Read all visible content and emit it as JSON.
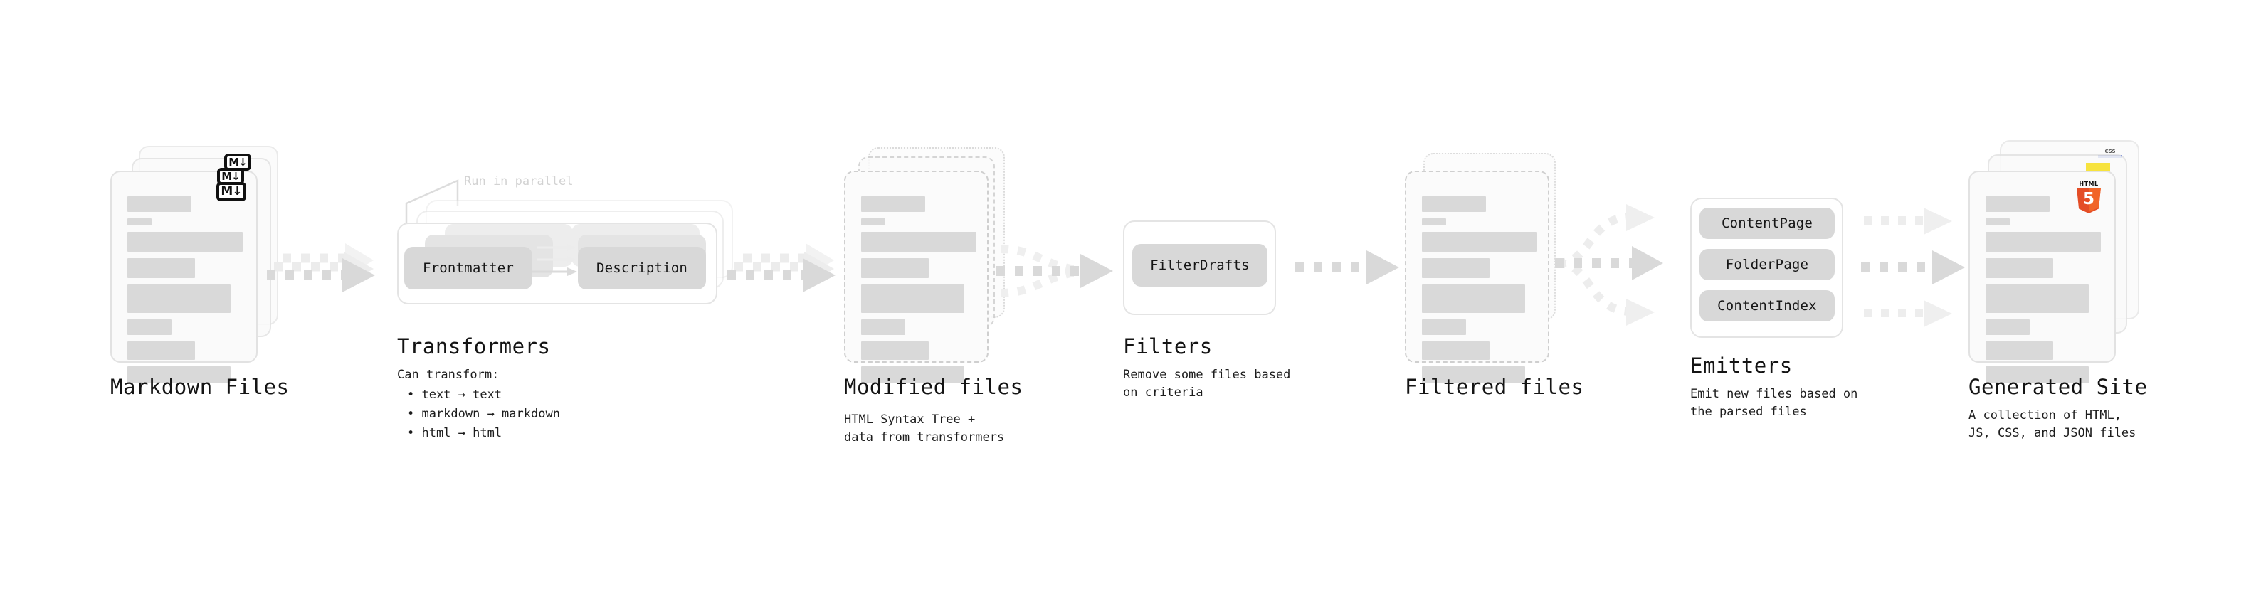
{
  "diagram": {
    "title_font_note": "monospace",
    "colors": {
      "ink": "#141414",
      "bar": "#d9d9d9",
      "card_border": "#e2e2e2",
      "pill": "#d8d8d8",
      "arrow": "#d6d6d6",
      "arrow_light": "#ececec",
      "html5_orange": "#e44d26",
      "html5_orange_light": "#f16529",
      "css_blue": "#2242c7",
      "js_yellow": "#f7df1e"
    }
  },
  "stages": [
    {
      "id": "markdown-files",
      "title": "Markdown Files",
      "subtitle": "",
      "badge": "markdown-badge",
      "badge_text": "M↓"
    },
    {
      "id": "transformers",
      "title": "Transformers",
      "subtitle": "Can transform:",
      "note": "Run in parallel",
      "bullets": [
        "• text → text",
        "• markdown → markdown",
        "• html → html"
      ],
      "pills": [
        "Frontmatter",
        "Description"
      ]
    },
    {
      "id": "modified-files",
      "title": "Modified files",
      "subtitle": "HTML Syntax Tree +\ndata from transformers"
    },
    {
      "id": "filters",
      "title": "Filters",
      "subtitle": "Remove some files based\non criteria",
      "pills": [
        "FilterDrafts"
      ]
    },
    {
      "id": "filtered-files",
      "title": "Filtered files",
      "subtitle": ""
    },
    {
      "id": "emitters",
      "title": "Emitters",
      "subtitle": "Emit new files based on\nthe parsed files",
      "pills": [
        "ContentPage",
        "FolderPage",
        "ContentIndex"
      ]
    },
    {
      "id": "generated-site",
      "title": "Generated Site",
      "subtitle": "A collection of HTML,\nJS, CSS, and JSON files",
      "badges": [
        "css-badge",
        "js-badge",
        "html5-badge"
      ],
      "badge_css_text": "CSS",
      "badge_html5_word": "HTML",
      "badge_html5_num": "5"
    }
  ],
  "file_bars": [
    {
      "w": 90,
      "h": 22
    },
    {
      "w": 34,
      "h": 10
    },
    {
      "w": 162,
      "h": 28
    },
    {
      "w": 95,
      "h": 28
    },
    {
      "w": 145,
      "h": 40
    },
    {
      "w": 62,
      "h": 22
    },
    {
      "w": 95,
      "h": 26
    },
    {
      "w": 145,
      "h": 24
    }
  ]
}
